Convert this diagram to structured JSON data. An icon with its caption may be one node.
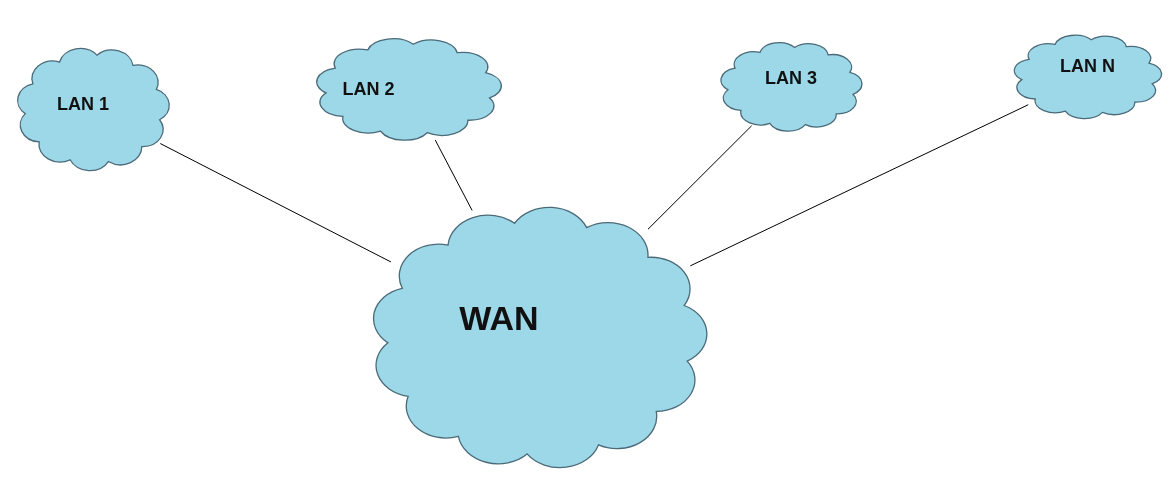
{
  "diagram": {
    "nodes": [
      {
        "text": [
          "LAN 1"
        ]
      },
      {
        "text": [
          "LAN 2"
        ]
      },
      {
        "text": [
          "LAN 3"
        ]
      },
      {
        "text": [
          "LAN N"
        ]
      },
      {
        "text": [
          "WAN"
        ]
      }
    ],
    "edges": [
      {
        "from": 0,
        "to": 4,
        "arrow": "none"
      },
      {
        "from": 1,
        "to": 4,
        "arrow": "none"
      },
      {
        "from": 2,
        "to": 4,
        "arrow": "none"
      },
      {
        "from": 3,
        "to": 4,
        "arrow": "none"
      }
    ]
  }
}
